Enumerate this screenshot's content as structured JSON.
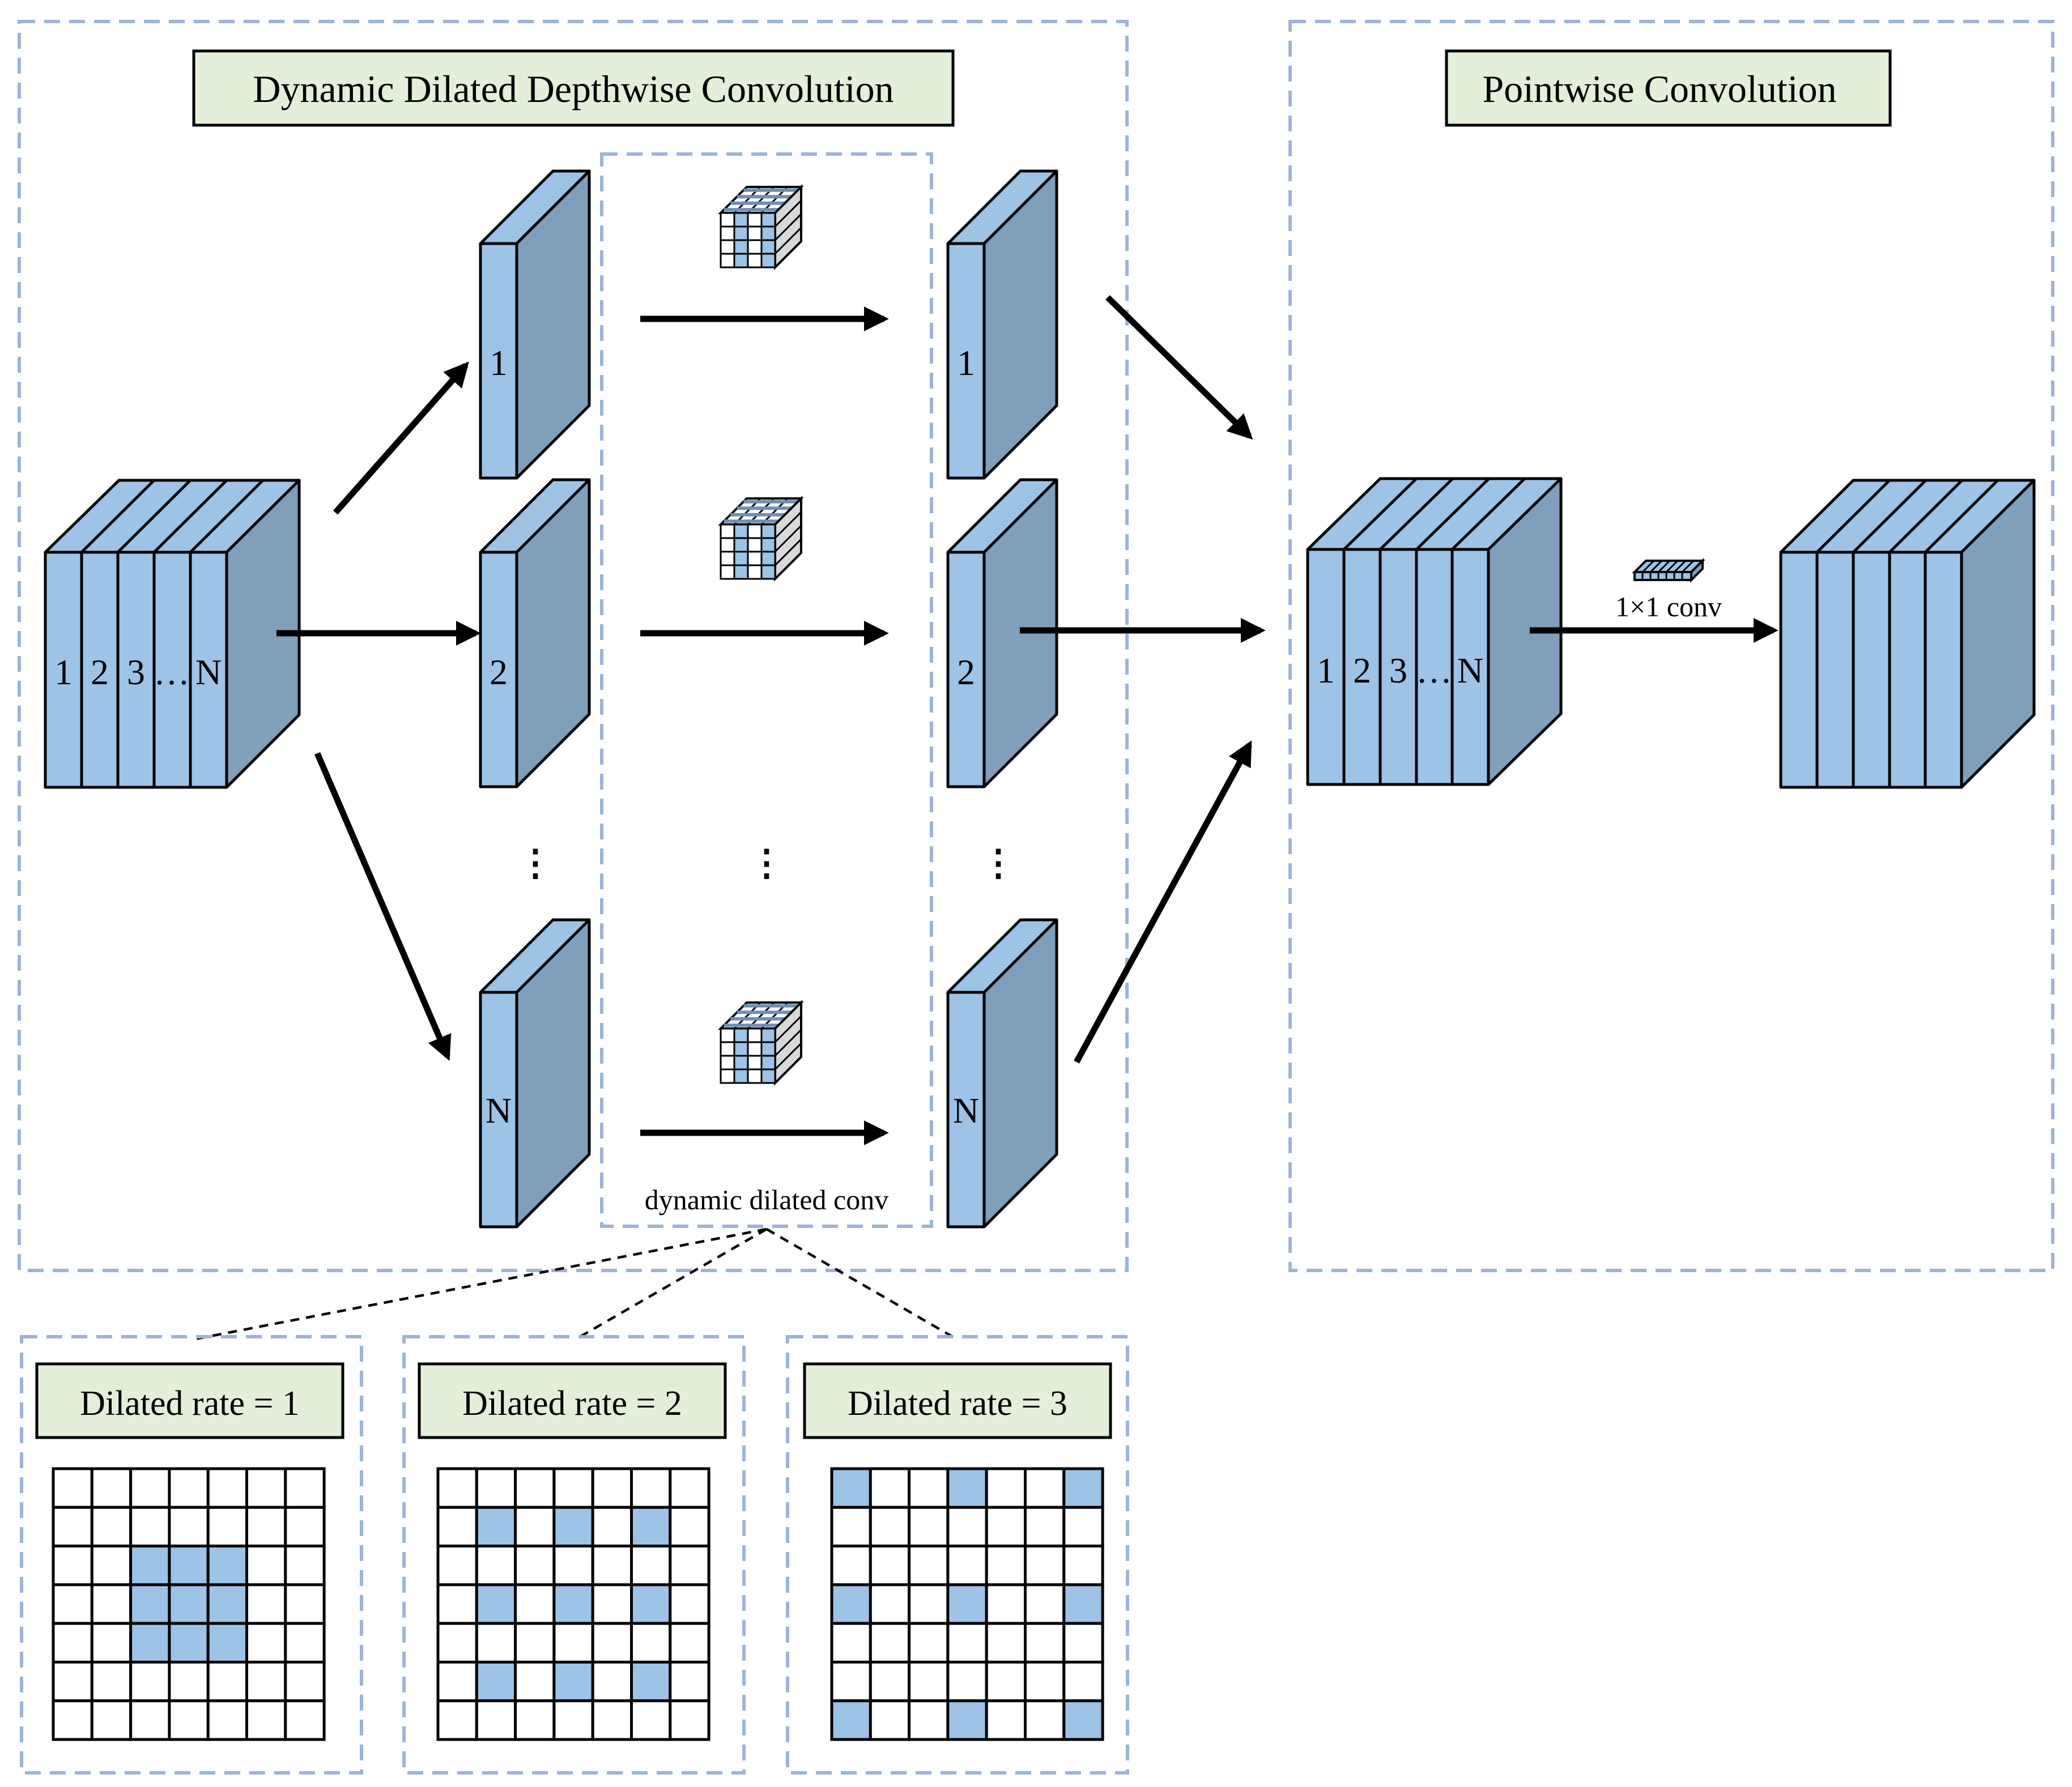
{
  "titles": {
    "depthwise": "Dynamic Dilated Depthwise Convolution",
    "pointwise": "Pointwise Convolution"
  },
  "input_tensor": {
    "channel_labels": [
      "1",
      "2",
      "3",
      "…",
      "N"
    ]
  },
  "split_channels": {
    "labels": [
      "1",
      "2",
      "N"
    ],
    "ellipsis": "⋮"
  },
  "output_channels": {
    "labels": [
      "1",
      "2",
      "N"
    ],
    "ellipsis": "⋮"
  },
  "kernel_column": {
    "caption": "dynamic dilated conv",
    "ellipsis": "⋮"
  },
  "pointwise": {
    "input_labels": [
      "1",
      "2",
      "3",
      "…",
      "N"
    ],
    "conv_label": "1×1 conv"
  },
  "dilation_panels": [
    {
      "title": "Dilated rate = 1",
      "grid_size": 7,
      "highlighted": [
        [
          2,
          2
        ],
        [
          2,
          3
        ],
        [
          2,
          4
        ],
        [
          3,
          2
        ],
        [
          3,
          3
        ],
        [
          3,
          4
        ],
        [
          4,
          2
        ],
        [
          4,
          3
        ],
        [
          4,
          4
        ]
      ]
    },
    {
      "title": "Dilated rate = 2",
      "grid_size": 7,
      "highlighted": [
        [
          1,
          1
        ],
        [
          1,
          3
        ],
        [
          1,
          5
        ],
        [
          3,
          1
        ],
        [
          3,
          3
        ],
        [
          3,
          5
        ],
        [
          5,
          1
        ],
        [
          5,
          3
        ],
        [
          5,
          5
        ]
      ]
    },
    {
      "title": "Dilated rate = 3",
      "grid_size": 7,
      "highlighted": [
        [
          0,
          0
        ],
        [
          0,
          3
        ],
        [
          0,
          6
        ],
        [
          3,
          0
        ],
        [
          3,
          3
        ],
        [
          3,
          6
        ],
        [
          6,
          0
        ],
        [
          6,
          3
        ],
        [
          6,
          6
        ]
      ]
    }
  ],
  "colors": {
    "channel_face": "#9dc3e6",
    "channel_side": "#7f9fbb",
    "title_fill": "#e3efd9",
    "dashed_border": "#9db4d6",
    "grid_highlight": "#9dc3e6"
  }
}
